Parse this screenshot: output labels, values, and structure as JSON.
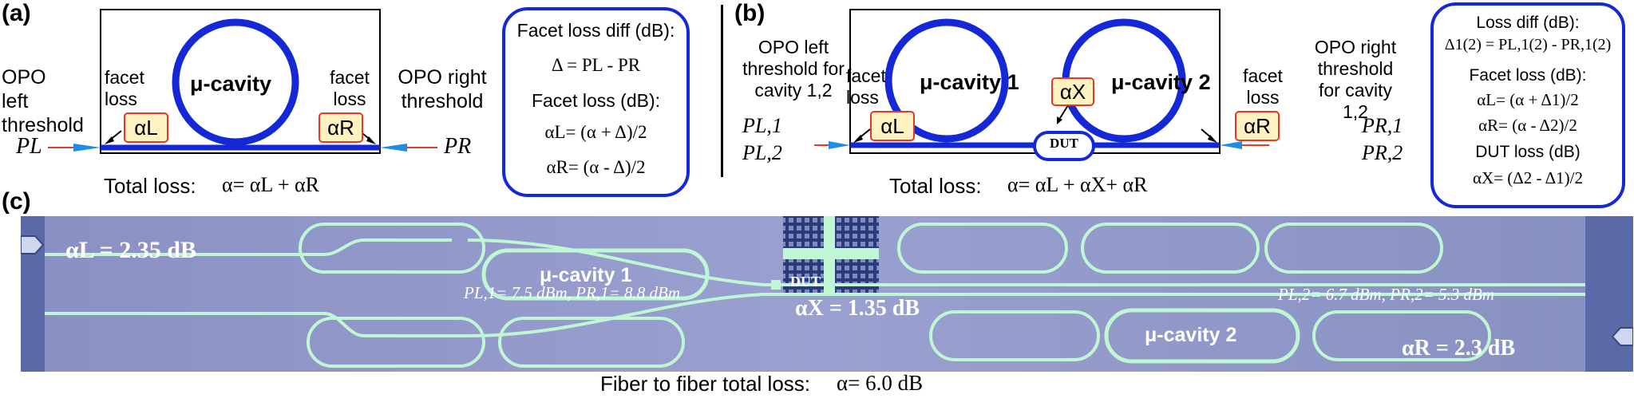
{
  "panel_a": {
    "label": "(a)",
    "opo_left": "OPO left threshold",
    "opo_right": "OPO right threshold",
    "facet_loss_left": "facet loss",
    "facet_loss_right": "facet loss",
    "alpha_left": "αL",
    "alpha_right": "αR",
    "cavity": "μ-cavity",
    "p_left": "PL",
    "p_right": "PR",
    "total_loss": "Total loss:",
    "total_eq": "α= αL + αR",
    "eq_box": {
      "title1": "Facet loss diff (dB):",
      "eq1": "Δ = PL - PR",
      "title2": "Facet loss (dB):",
      "eq2": "αL= (α + Δ)/2",
      "eq3": "αR= (α - Δ)/2"
    }
  },
  "panel_b": {
    "label": "(b)",
    "opo_left": "OPO left threshold for cavity 1,2",
    "opo_right": "OPO right threshold for cavity 1,2",
    "facet_loss_left": "facet loss",
    "facet_loss_right": "facet loss",
    "alpha_left": "αL",
    "alpha_right": "αR",
    "alpha_x": "αX",
    "cavity1": "μ-cavity 1",
    "cavity2": "μ-cavity 2",
    "dut": "DUT",
    "p_left_1": "PL,1",
    "p_left_2": "PL,2",
    "p_right_1": "PR,1",
    "p_right_2": "PR,2",
    "total_loss": "Total loss:",
    "total_eq": "α= αL + αX+ αR",
    "eq_box": {
      "title1": "Loss diff (dB):",
      "eq1": "Δ1(2) = PL,1(2) - PR,1(2)",
      "title2": "Facet loss (dB):",
      "eq2": "αL= (α + Δ1)/2",
      "eq3": "αR= (α - Δ2)/2",
      "title3": "DUT loss (dB)",
      "eq4": "αX= (Δ2 - Δ1)/2"
    }
  },
  "panel_c": {
    "label": "(c)",
    "alpha_l": "αL = 2.35 dB",
    "alpha_r": "αR = 2.3 dB",
    "alpha_x": "αX = 1.35 dB",
    "cavity1": "μ-cavity 1",
    "cavity2": "μ-cavity 2",
    "dut": "DUT",
    "p_cavity1": "PL,1= 7.5 dBm, PR,1= 8.8 dBm",
    "p_cavity2": "PL,2= 6.7 dBm, PR,2= 5.3 dBm",
    "caption": "Fiber to fiber total loss:",
    "caption_eq": "α= 6.0 dB"
  },
  "colors": {
    "waveguide": "#1428d8",
    "arrow_blue": "#1f8de8",
    "fiber_red": "#e23a2a",
    "alpha_fill": "#fdf2c0",
    "photo_bg": "#8c93c4",
    "photo_wg": "#bff7d4"
  }
}
